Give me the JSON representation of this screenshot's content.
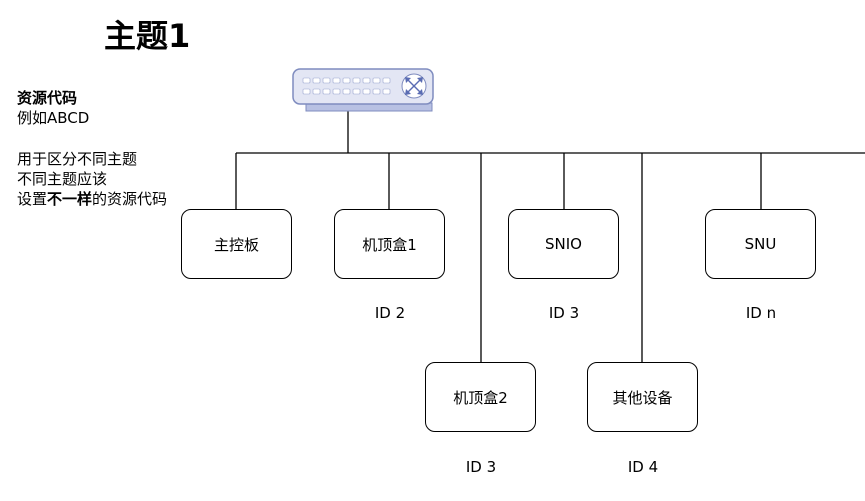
{
  "page_title": "主题1",
  "note": {
    "heading": "资源代码",
    "example": "例如ABCD",
    "line1": "用于区分不同主题",
    "line2": "不同主题应该",
    "line3_prefix": "设置",
    "line3_bold": "不一样",
    "line3_suffix": "的资源代码"
  },
  "network_switch": {
    "icon": "network-switch-icon",
    "color": "#9aa8d6"
  },
  "devices": [
    {
      "label": "主控板",
      "id": ""
    },
    {
      "label": "机顶盒1",
      "id": "ID 2"
    },
    {
      "label": "SNIO",
      "id": "ID 3"
    },
    {
      "label": "SNU",
      "id": "ID n"
    },
    {
      "label": "机顶盒2",
      "id": "ID 3"
    },
    {
      "label": "其他设备",
      "id": "ID 4"
    }
  ]
}
